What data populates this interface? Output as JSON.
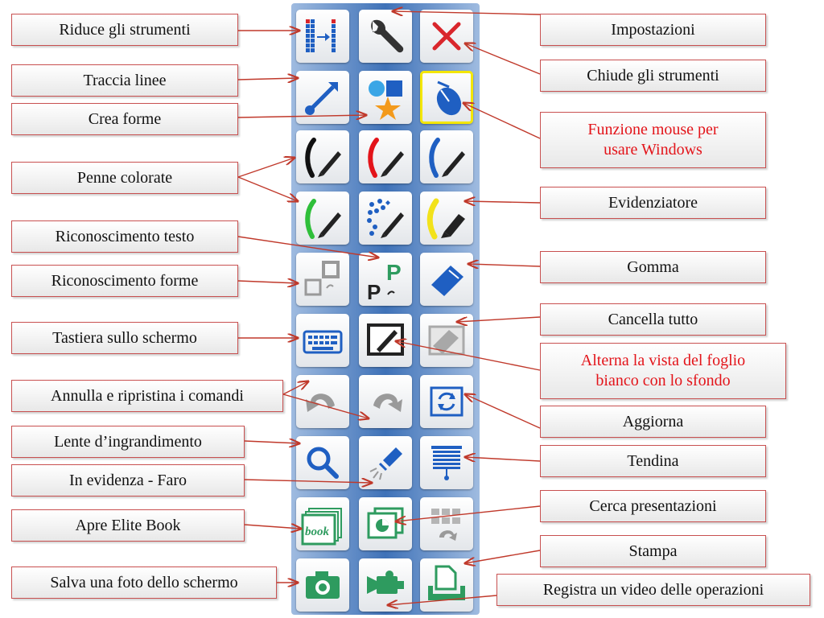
{
  "labels": {
    "riduce": "Riduce gli strumenti",
    "traccia": "Traccia linee",
    "forme": "Crea forme",
    "penne": "Penne colorate",
    "ric_testo": "Riconoscimento testo",
    "ric_forme": "Riconoscimento forme",
    "tastiera": "Tastiera sullo schermo",
    "annulla": "Annulla e ripristina i comandi",
    "lente": "Lente d’ingrandimento",
    "faro": "In evidenza - Faro",
    "elite": "Apre Elite Book",
    "foto": "Salva una foto dello schermo",
    "impostazioni": "Impostazioni",
    "chiude": "Chiude gli strumenti",
    "mouse_l1": "Funzione mouse per",
    "mouse_l2": "usare Windows",
    "evidenziatore": "Evidenziatore",
    "gomma": "Gomma",
    "cancella": "Cancella tutto",
    "alterna_l1": "Alterna la vista del foglio",
    "alterna_l2": "bianco con lo sfondo",
    "aggiorna": "Aggiorna",
    "tendina": "Tendina",
    "cerca": "Cerca presentazioni",
    "stampa": "Stampa",
    "registra": "Registra un video delle operazioni"
  },
  "icons": {
    "text_recognition_letter": "P",
    "text_recognition_letter_small": "P",
    "book_text": "book"
  },
  "colors": {
    "annotation_arrow": "#c0392b",
    "toolbar_blue": "#3f72b8",
    "highlight_text": "#e3141a",
    "selected_outline": "#f3e600",
    "green_icon": "#2e9b5f",
    "blue_icon": "#1f5fc2"
  }
}
